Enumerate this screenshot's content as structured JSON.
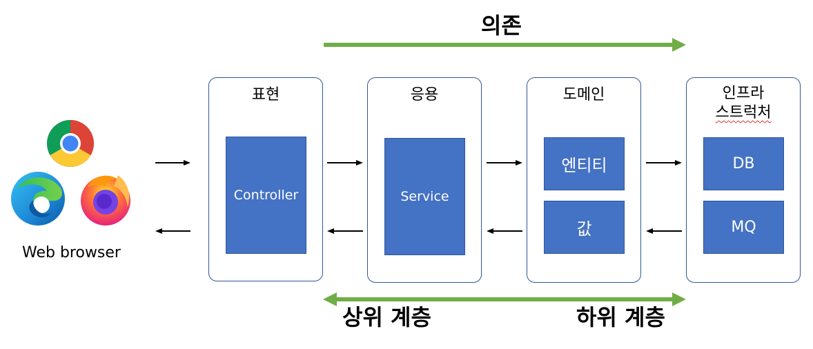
{
  "dependency_label": "의존",
  "upper_layer_label": "상위 계층",
  "lower_layer_label": "하위 계층",
  "browser_label": "Web browser",
  "layers": [
    {
      "title": "표현",
      "components": [
        "Controller"
      ]
    },
    {
      "title": "응용",
      "components": [
        "Service"
      ]
    },
    {
      "title": "도메인",
      "components": [
        "엔티티",
        "값"
      ]
    },
    {
      "title_line1": "인프라",
      "title_line2": "스트럭처",
      "components": [
        "DB",
        "MQ"
      ]
    }
  ],
  "colors": {
    "layer_border": "#2f5597",
    "component_fill": "#4472c4",
    "arrow_green": "#70ad47"
  },
  "icons": [
    "chrome-icon",
    "edge-icon",
    "firefox-icon"
  ]
}
